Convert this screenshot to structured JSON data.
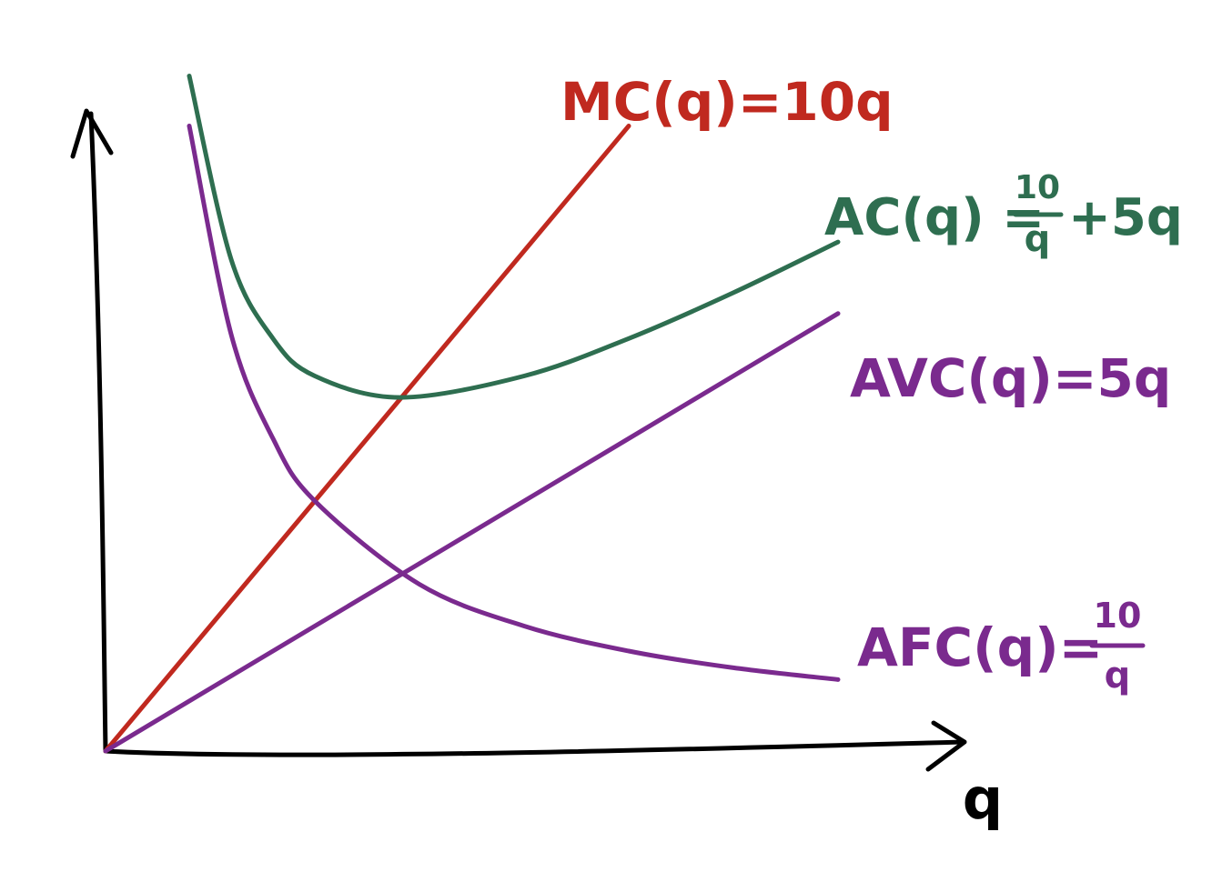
{
  "chart_data": {
    "type": "line",
    "xlabel": "q",
    "ylabel": "",
    "grid": false,
    "series": [
      {
        "name": "MC(q)=10q",
        "color": "#c0291f",
        "formula": "10q",
        "x": [
          0,
          0.5,
          1,
          1.5,
          2.5
        ],
        "values": [
          0,
          5,
          10,
          15,
          25
        ]
      },
      {
        "name": "AC(q)",
        "color": "#2e6e50",
        "formula": "10/q+5q",
        "x": [
          0.4,
          0.6,
          0.8,
          1.0,
          1.41,
          2.0,
          2.5,
          3.0,
          3.5
        ],
        "values": [
          27,
          19.67,
          16.5,
          15,
          14.14,
          15,
          16.5,
          18.33,
          20.36
        ]
      },
      {
        "name": "AVC(q)=5q",
        "color": "#7a2a8e",
        "formula": "5q",
        "x": [
          0,
          1,
          2,
          3,
          3.5
        ],
        "values": [
          0,
          5,
          10,
          15,
          17.5
        ]
      },
      {
        "name": "AFC(q)",
        "color": "#7a2a8e",
        "formula": "10/q",
        "x": [
          0.4,
          0.6,
          0.8,
          1.0,
          1.5,
          2.0,
          2.5,
          3.0,
          3.5
        ],
        "values": [
          25,
          16.67,
          12.5,
          10,
          6.67,
          5,
          4,
          3.33,
          2.86
        ]
      }
    ],
    "labels": {
      "mc": "MC(q)=10q",
      "ac_left": "AC(q) =",
      "ac_num": "10",
      "ac_den": "q",
      "ac_right": "+5q",
      "avc": "AVC(q)=5q",
      "afc_left": "AFC(q)=",
      "afc_num": "10",
      "afc_den": "q"
    }
  }
}
